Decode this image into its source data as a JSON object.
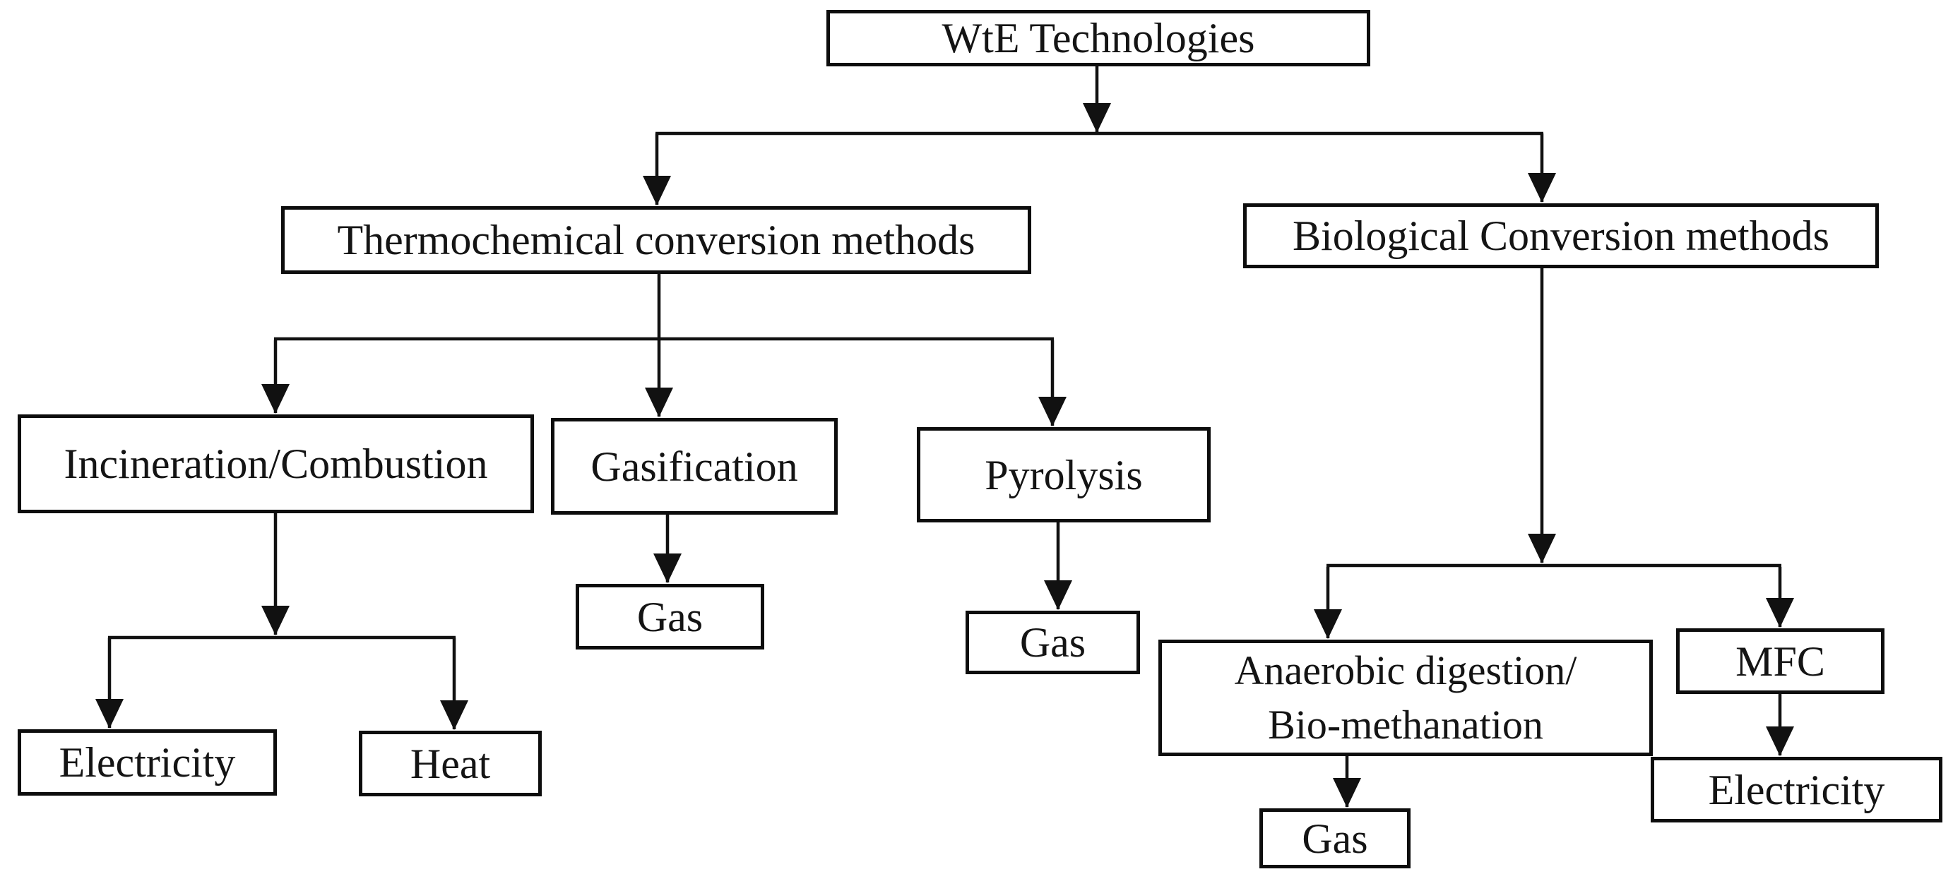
{
  "diagram": {
    "type": "flowchart",
    "title": "WtE Technologies",
    "nodes": {
      "wte": {
        "label": "WtE Technologies"
      },
      "thermo": {
        "label": "Thermochemical conversion methods"
      },
      "bio": {
        "label": "Biological Conversion methods"
      },
      "incineration": {
        "label": "Incineration/Combustion"
      },
      "gasification": {
        "label": "Gasification"
      },
      "pyrolysis": {
        "label": "Pyrolysis"
      },
      "gas_from_gasification": {
        "label": "Gas"
      },
      "gas_from_pyrolysis": {
        "label": "Gas"
      },
      "electricity_from_incineration": {
        "label": "Electricity"
      },
      "heat": {
        "label": "Heat"
      },
      "anaerobic": {
        "label_line1": "Anaerobic digestion/",
        "label_line2": "Bio-methanation"
      },
      "mfc": {
        "label": "MFC"
      },
      "gas_from_anaerobic": {
        "label": "Gas"
      },
      "electricity_from_mfc": {
        "label": "Electricity"
      }
    },
    "edges": [
      {
        "from": "wte",
        "to": "thermo"
      },
      {
        "from": "wte",
        "to": "bio"
      },
      {
        "from": "thermo",
        "to": "incineration"
      },
      {
        "from": "thermo",
        "to": "gasification"
      },
      {
        "from": "thermo",
        "to": "pyrolysis"
      },
      {
        "from": "incineration",
        "to": "electricity_from_incineration"
      },
      {
        "from": "incineration",
        "to": "heat"
      },
      {
        "from": "gasification",
        "to": "gas_from_gasification"
      },
      {
        "from": "pyrolysis",
        "to": "gas_from_pyrolysis"
      },
      {
        "from": "bio",
        "to": "anaerobic"
      },
      {
        "from": "bio",
        "to": "mfc"
      },
      {
        "from": "anaerobic",
        "to": "gas_from_anaerobic"
      },
      {
        "from": "mfc",
        "to": "electricity_from_mfc"
      }
    ],
    "colors": {
      "line": "#111111",
      "border": "#0d0d0d",
      "text": "#141414",
      "background": "#ffffff"
    }
  }
}
